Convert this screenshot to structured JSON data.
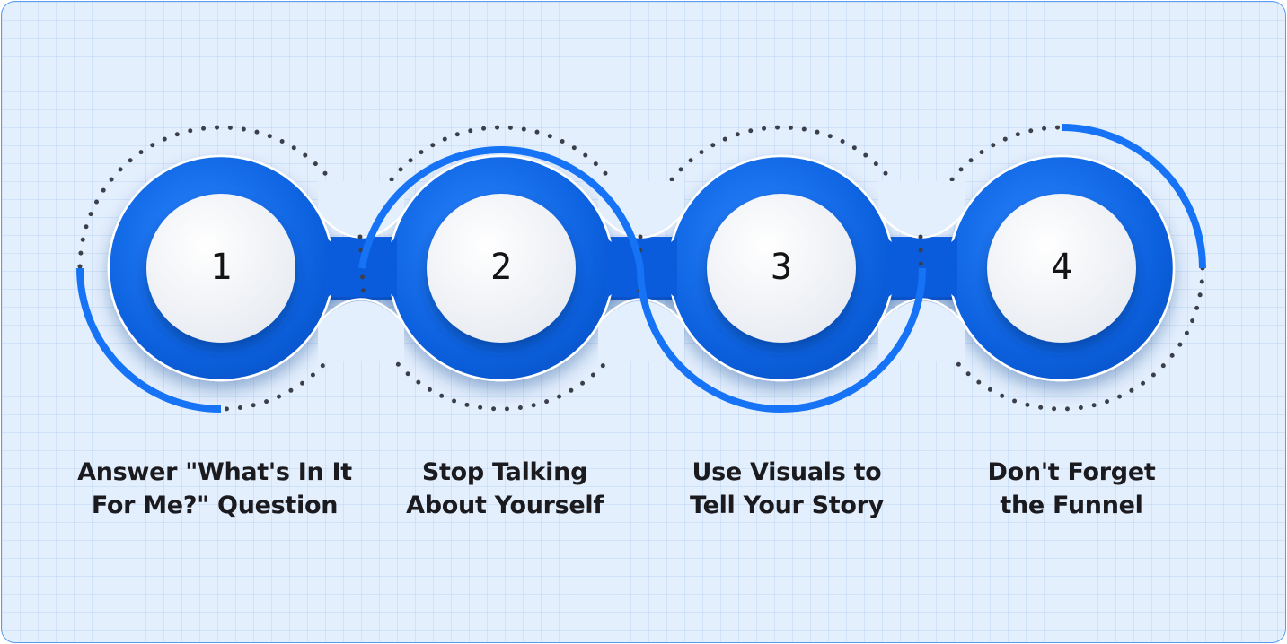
{
  "steps": [
    {
      "number": "1",
      "caption_line1": "Answer \"What's In It",
      "caption_line2": "For Me?\" Question"
    },
    {
      "number": "2",
      "caption_line1": "Stop Talking",
      "caption_line2": "About Yourself"
    },
    {
      "number": "3",
      "caption_line1": "Use Visuals to",
      "caption_line2": "Tell Your Story"
    },
    {
      "number": "4",
      "caption_line1": "Don't Forget",
      "caption_line2": "the Funnel"
    }
  ],
  "colors": {
    "background": "#e3effd",
    "accent_blue": "#1f6fe8",
    "ring_blue": "#1673f5",
    "dots": "#3a3f4a",
    "inner_circle": "#f5f7fb"
  }
}
